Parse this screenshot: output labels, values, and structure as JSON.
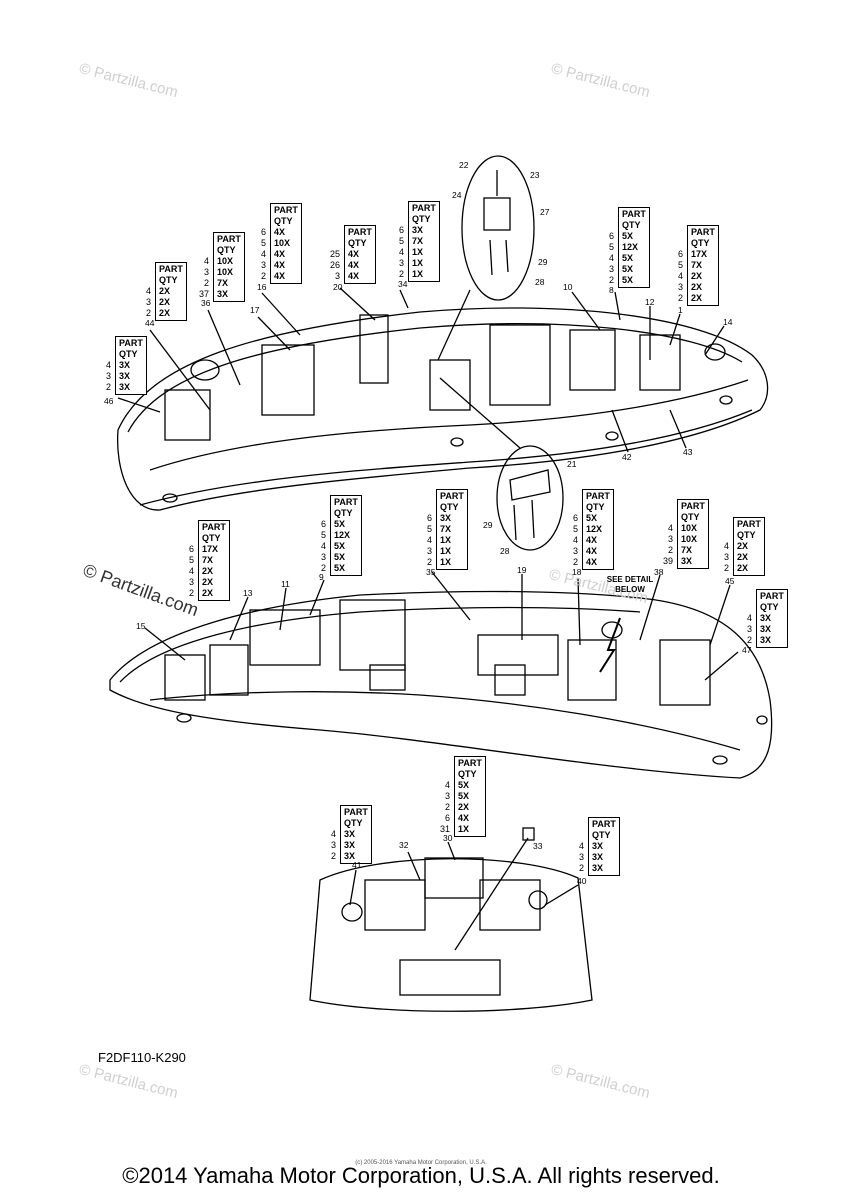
{
  "watermark": {
    "text": "© Partzilla.com",
    "bold_text": "© Partzilla.com"
  },
  "diagram_code": "F2DF110-K290",
  "copyright": "©2014 Yamaha Motor Corporation, U.S.A. All rights reserved.",
  "small_copyright": "(c) 2005-2016 Yamaha Motor Corporation, U.S.A.",
  "detail_note": "SEE DETAIL BELOW",
  "qty_header": {
    "part": "PART",
    "qty": "QTY"
  },
  "qty_tables": [
    {
      "parts": [
        "4",
        "3",
        "2"
      ],
      "qtys": [
        "3X",
        "3X",
        "3X"
      ]
    },
    {
      "parts": [
        "4",
        "3",
        "2"
      ],
      "qtys": [
        "2X",
        "2X",
        "2X"
      ]
    },
    {
      "parts": [
        "4",
        "3",
        "2",
        "37"
      ],
      "qtys": [
        "10X",
        "10X",
        "7X",
        "3X"
      ]
    },
    {
      "parts": [
        "6",
        "5",
        "4",
        "3",
        "2"
      ],
      "qtys": [
        "4X",
        "10X",
        "4X",
        "4X",
        "4X"
      ]
    },
    {
      "parts": [
        "25",
        "26",
        "3"
      ],
      "qtys": [
        "4X",
        "4X",
        "4X"
      ]
    },
    {
      "parts": [
        "6",
        "5",
        "4",
        "3",
        "2"
      ],
      "qtys": [
        "3X",
        "7X",
        "1X",
        "1X",
        "1X"
      ]
    },
    {
      "parts": [
        "6",
        "5",
        "4",
        "3",
        "2"
      ],
      "qtys": [
        "5X",
        "12X",
        "5X",
        "5X",
        "5X"
      ]
    },
    {
      "parts": [
        "6",
        "5",
        "4",
        "3",
        "2"
      ],
      "qtys": [
        "17X",
        "7X",
        "2X",
        "2X",
        "2X"
      ]
    },
    {
      "parts": [
        "6",
        "5",
        "4",
        "3",
        "2"
      ],
      "qtys": [
        "17X",
        "7X",
        "2X",
        "2X",
        "2X"
      ]
    },
    {
      "parts": [
        "6",
        "5",
        "4",
        "3",
        "2"
      ],
      "qtys": [
        "5X",
        "12X",
        "5X",
        "5X",
        "5X"
      ]
    },
    {
      "parts": [
        "6",
        "5",
        "4",
        "3",
        "2"
      ],
      "qtys": [
        "3X",
        "7X",
        "1X",
        "1X",
        "1X"
      ]
    },
    {
      "parts": [
        "6",
        "5",
        "4",
        "3",
        "2"
      ],
      "qtys": [
        "5X",
        "12X",
        "4X",
        "4X",
        "4X"
      ]
    },
    {
      "parts": [
        "4",
        "3",
        "2",
        "39"
      ],
      "qtys": [
        "10X",
        "10X",
        "7X",
        "3X"
      ]
    },
    {
      "parts": [
        "4",
        "3",
        "2"
      ],
      "qtys": [
        "2X",
        "2X",
        "2X"
      ]
    },
    {
      "parts": [
        "4",
        "3",
        "2"
      ],
      "qtys": [
        "3X",
        "3X",
        "3X"
      ]
    },
    {
      "parts": [
        "4",
        "3",
        "2",
        "6",
        "31"
      ],
      "qtys": [
        "5X",
        "5X",
        "2X",
        "4X",
        "1X"
      ]
    },
    {
      "parts": [
        "4",
        "3",
        "2"
      ],
      "qtys": [
        "3X",
        "3X",
        "3X"
      ]
    },
    {
      "parts": [
        "4",
        "3",
        "2"
      ],
      "qtys": [
        "3X",
        "3X",
        "3X"
      ]
    }
  ],
  "callouts": [
    "46",
    "44",
    "36",
    "16",
    "20",
    "34",
    "22",
    "23",
    "24",
    "27",
    "29",
    "28",
    "10",
    "8",
    "12",
    "1",
    "14",
    "17",
    "42",
    "43",
    "21",
    "29",
    "28",
    "15",
    "13",
    "11",
    "9",
    "35",
    "19",
    "18",
    "38",
    "45",
    "47",
    "32",
    "30",
    "33",
    "41",
    "40"
  ]
}
